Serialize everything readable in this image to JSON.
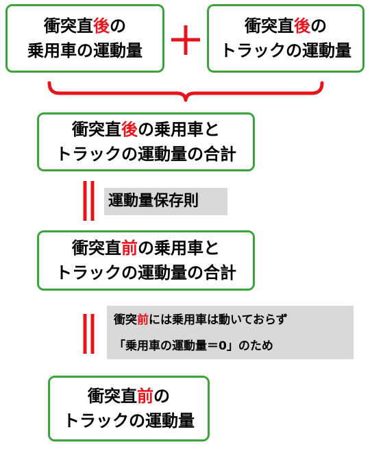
{
  "colors": {
    "box_border": "#3aa63a",
    "highlight": "#e8141b",
    "note_bg": "#d9d9d9",
    "connector": "#e8141b"
  },
  "boxes": {
    "car_after": {
      "l1_pre": "衝突直",
      "l1_hl": "後",
      "l1_post": "の",
      "l2": "乗用車の運動量"
    },
    "truck_after": {
      "l1_pre": "衝突直",
      "l1_hl": "後",
      "l1_post": "の",
      "l2": "トラックの運動量"
    },
    "total_after": {
      "l1_pre": "衝突直",
      "l1_hl": "後",
      "l1_post": "の乗用車と",
      "l2": "トラックの運動量の合計"
    },
    "total_before": {
      "l1_pre": "衝突直",
      "l1_hl": "前",
      "l1_post": "の乗用車と",
      "l2": "トラックの運動量の合計"
    },
    "truck_before": {
      "l1_pre": "衝突直",
      "l1_hl": "前",
      "l1_post": "の",
      "l2": "トラックの運動量"
    }
  },
  "notes": {
    "conservation": "運動量保存則",
    "reason": {
      "l1_pre": "衝突",
      "l1_hl": "前",
      "l1_post": "には乗用車は動いておらず",
      "l2": "「乗用車の運動量＝0」のため"
    }
  },
  "icons": {
    "plus": "plus-icon",
    "brace": "brace-down-icon",
    "equals": "equals-icon"
  }
}
